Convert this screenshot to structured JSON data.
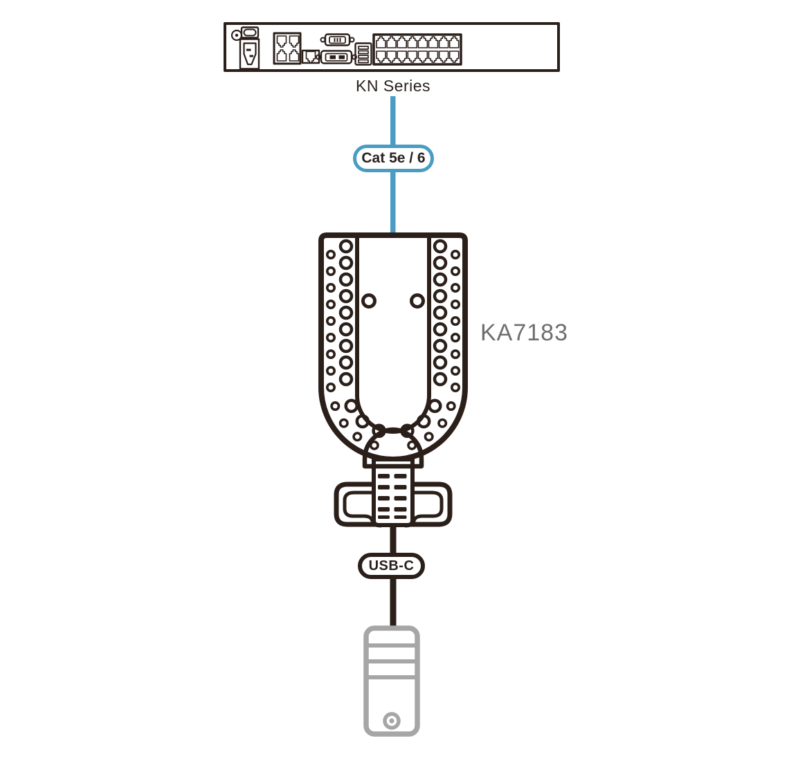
{
  "diagram": {
    "device_label": "KN Series",
    "cat_cable_label": "Cat 5e / 6",
    "adapter_model": "KA7183",
    "usb_cable_label": "USB-C"
  },
  "colors": {
    "background": "#ffffff",
    "ink": "#2b1f1a",
    "ink_text": "#2a211e",
    "cable_blue": "#4a9cc2",
    "tower_gray": "#a6a6a6",
    "model_gray": "#6e6e6e"
  },
  "icons": {
    "kn-rear-panel-icon": "rear panel of KN Series KVM over IP switch with grounding screw, power switch, AC inlet, LAN ports, console ports and 16 RJ-45 KVM ports",
    "ka7183-adapter-icon": "KA7183 KVM adapter body with vent holes, strain relief boot and cable strap",
    "computer-tower-icon": "desktop computer tower with drive bays and power button"
  }
}
